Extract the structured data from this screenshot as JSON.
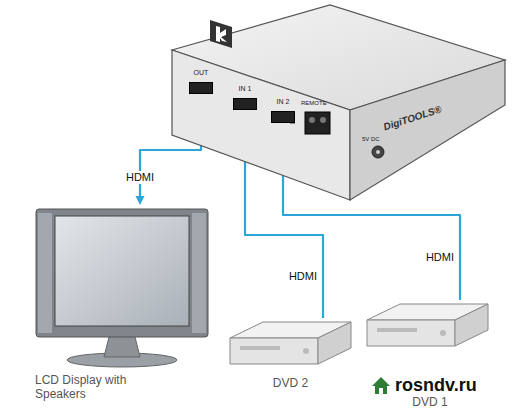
{
  "diagram": {
    "nodes": [
      {
        "text": [
          "DigiTOOLS®"
        ]
      },
      {
        "text": [
          "OUT"
        ],
        "in": 0
      },
      {
        "text": [
          "IN 1"
        ],
        "in": 0
      },
      {
        "text": [
          "IN 2"
        ],
        "in": 0
      },
      {
        "text": [
          "LCD Display with Speakers"
        ]
      },
      {
        "text": [
          "DVD 2"
        ]
      },
      {
        "text": [
          "DVD 1"
        ]
      }
    ],
    "edges": [
      {
        "from": 1,
        "to": 4,
        "arrow": "to",
        "label": "HDMI"
      },
      {
        "from": 5,
        "to": 2,
        "arrow": "to",
        "label": "HDMI"
      },
      {
        "from": 6,
        "to": 3,
        "arrow": "to",
        "label": "HDMI"
      }
    ],
    "labels": [
      "REMOTE",
      "5V DC",
      "rosndv.ru"
    ]
  }
}
